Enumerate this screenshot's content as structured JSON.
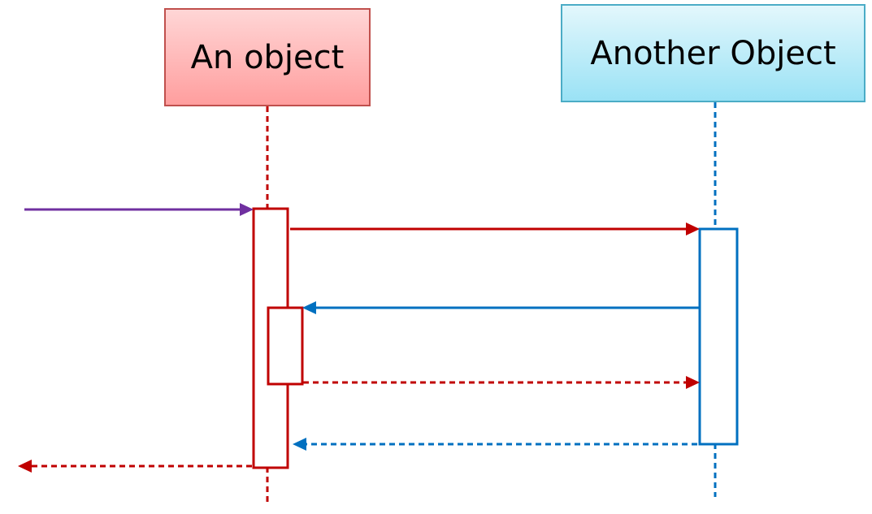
{
  "objects": {
    "first": {
      "label": "An object"
    },
    "second": {
      "label": "Another Object"
    }
  },
  "colors": {
    "first_object": "#c00000",
    "second_object": "#0070c0",
    "incoming_call": "#7030a0"
  },
  "messages": [
    {
      "from": "external",
      "to": "An object",
      "kind": "call",
      "color": "#7030a0"
    },
    {
      "from": "An object",
      "to": "Another Object",
      "kind": "call",
      "color": "#c00000"
    },
    {
      "from": "Another Object",
      "to": "An object",
      "kind": "call",
      "color": "#0070c0"
    },
    {
      "from": "An object",
      "to": "Another Object",
      "kind": "return",
      "color": "#c00000"
    },
    {
      "from": "Another Object",
      "to": "An object",
      "kind": "return",
      "color": "#0070c0"
    },
    {
      "from": "An object",
      "to": "external",
      "kind": "return",
      "color": "#c00000"
    }
  ]
}
